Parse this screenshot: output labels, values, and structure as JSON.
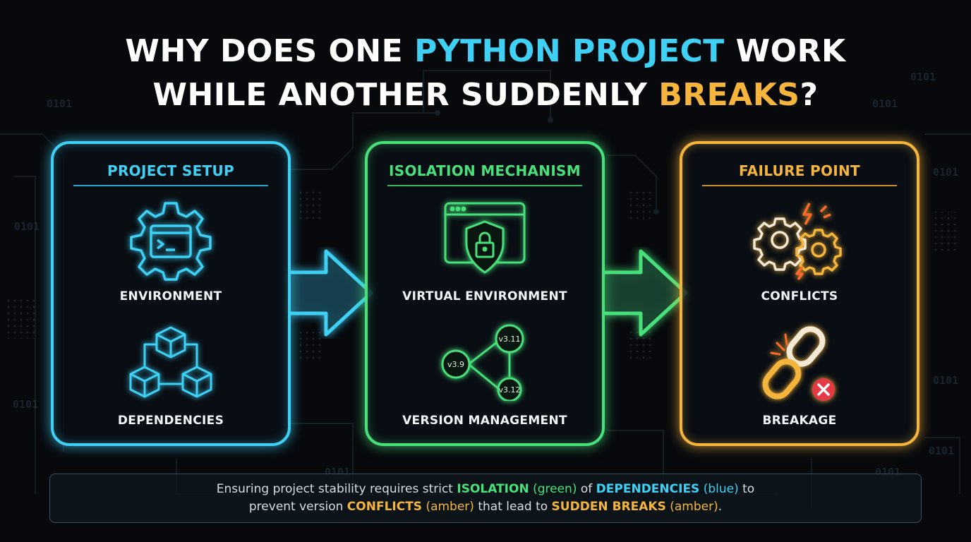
{
  "title": {
    "line1_a": "WHY DOES ONE ",
    "line1_b": "PYTHON PROJECT",
    "line1_c": " WORK",
    "line2_a": "WHILE ANOTHER SUDDENLY ",
    "line2_b": "BREAKS",
    "line2_c": "?"
  },
  "background_binary": [
    "0101",
    "0101",
    "0101",
    "0101",
    "0101",
    "0101",
    "0101",
    "0101",
    "0101",
    "0101"
  ],
  "cards": [
    {
      "header": "PROJECT SETUP",
      "accent": "#3fd0f5",
      "items": [
        {
          "icon": "gear-terminal-icon",
          "label": "ENVIRONMENT"
        },
        {
          "icon": "cubes-dependencies-icon",
          "label": "DEPENDENCIES"
        }
      ]
    },
    {
      "header": "ISOLATION MECHANISM",
      "accent": "#48e07a",
      "items": [
        {
          "icon": "browser-shield-lock-icon",
          "label": "VIRTUAL ENVIRONMENT"
        },
        {
          "icon": "version-network-icon",
          "label": "VERSION MANAGEMENT",
          "versions": [
            "v3.11",
            "v3.9",
            "v3.12"
          ]
        }
      ]
    },
    {
      "header": "FAILURE POINT",
      "accent": "#f5b53d",
      "items": [
        {
          "icon": "clashing-gears-icon",
          "label": "CONFLICTS"
        },
        {
          "icon": "broken-chain-icon",
          "label": "BREAKAGE"
        }
      ]
    }
  ],
  "footer": {
    "t1": "Ensuring project stability requires strict ",
    "isolation": "ISOLATION",
    "green_note": " (green)",
    "t2": " of ",
    "dependencies": "DEPENDENCIES",
    "blue_note": " (blue)",
    "t3": " to",
    "t4": "prevent version ",
    "conflicts": "CONFLICTS",
    "amber_note_1": " (amber)",
    "t5": " that lead to ",
    "sudden_breaks": "SUDDEN BREAKS",
    "amber_note_2": " (amber)",
    "t6": "."
  },
  "colors": {
    "background": "#07090d",
    "blue": "#3fd0f5",
    "green": "#48e07a",
    "amber": "#f5b53d",
    "red": "#e53945"
  }
}
